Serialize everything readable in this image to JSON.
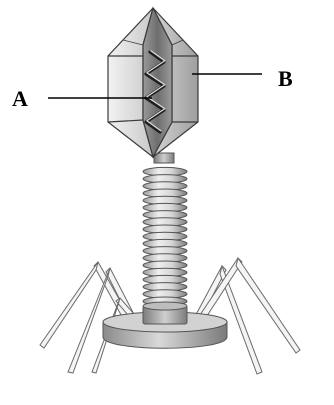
{
  "diagram": {
    "subject": "bacteriophage",
    "labels": {
      "a": "A",
      "b": "B"
    },
    "colors": {
      "outline": "#3a3a3a",
      "body_light": "#e6e6e6",
      "body_mid": "#bdbdbd",
      "body_dark": "#8c8c8c",
      "dna_dark": "#1f1f1f",
      "label_text": "#000000"
    }
  }
}
